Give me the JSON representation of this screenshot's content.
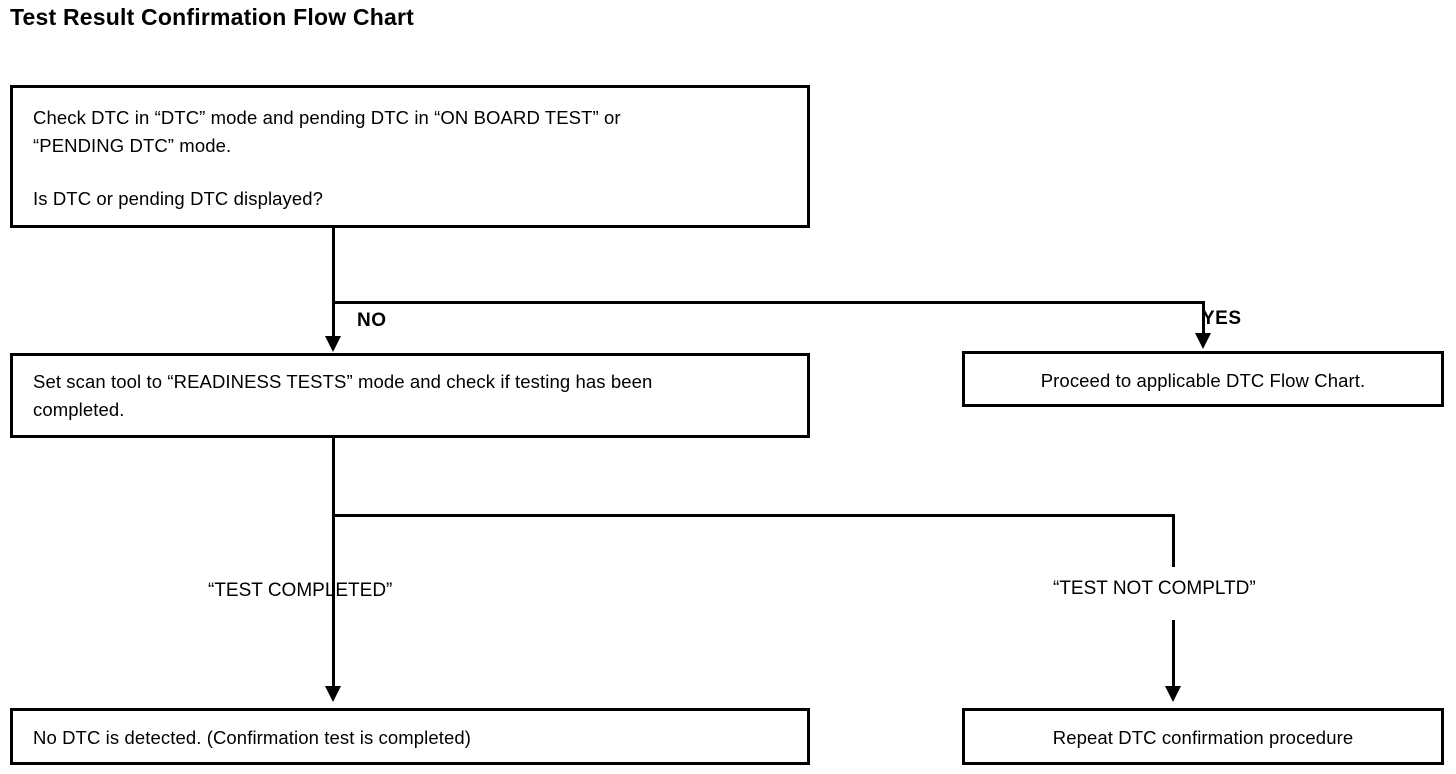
{
  "page": {
    "title": "Test Result Confirmation Flow Chart",
    "ink_color": "#000000",
    "background_color": "#ffffff"
  },
  "flowchart": {
    "nodes": {
      "check_dtc": {
        "line1": "Check DTC in “DTC” mode and pending DTC in “ON BOARD TEST” or",
        "line2": "“PENDING DTC” mode.",
        "line3": "Is DTC or pending DTC displayed?"
      },
      "readiness_tests": {
        "line1": "Set scan tool to “READINESS TESTS” mode and check if testing has been",
        "line2": "completed."
      },
      "proceed_dtc_flow_chart": {
        "text": "Proceed to applicable DTC Flow Chart."
      },
      "no_dtc_detected": {
        "text": "No DTC is detected. (Confirmation test is completed)"
      },
      "repeat_dtc_procedure": {
        "text": "Repeat DTC confirmation procedure"
      }
    },
    "branch_labels": {
      "no": "NO",
      "yes": "YES",
      "test_completed": "“TEST COMPLETED”",
      "test_not_compltd": "“TEST NOT COMPLTD”"
    }
  }
}
